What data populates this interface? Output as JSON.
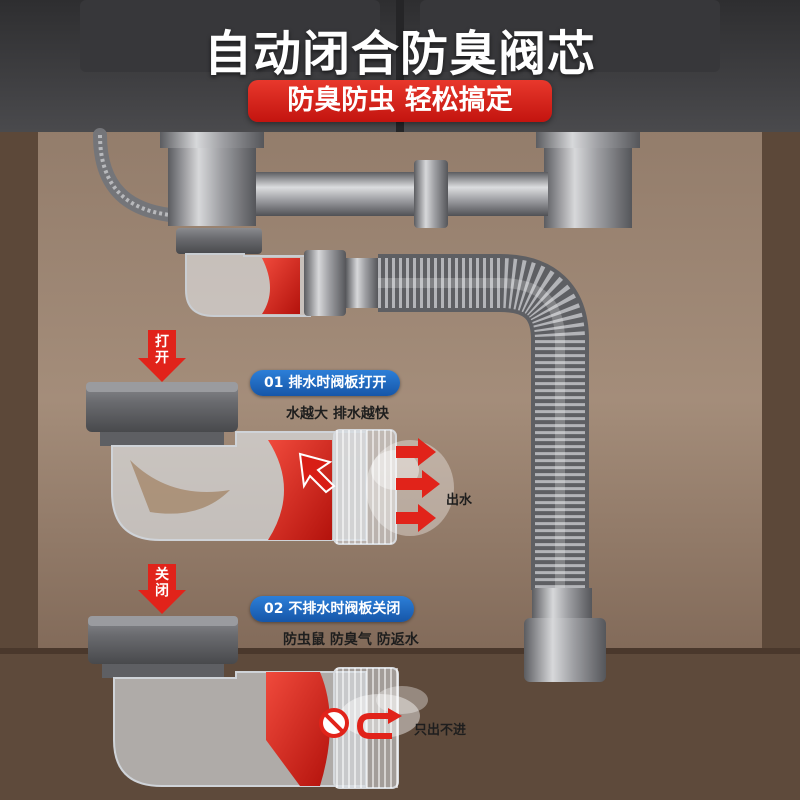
{
  "headline": "自动闭合防臭阀芯",
  "tagline": "防臭防虫 轻松搞定",
  "open_state": {
    "arrow_label": [
      "打",
      "开"
    ],
    "pill": "01 排水时阀板打开",
    "note": "水越大 排水越快",
    "outflow_label": "出水"
  },
  "closed_state": {
    "arrow_label": [
      "关",
      "闭"
    ],
    "pill": "02 不排水时阀板关闭",
    "note": "防虫鼠 防臭气 防返水",
    "one_way_label": "只出不进"
  },
  "colors": {
    "accent_red": "#d81e16",
    "pill_blue": "#1e6cc8",
    "cabinet_wall": "#7a6352",
    "sink_dark": "#3b3b3d",
    "pipe_gray": "#8e8f93"
  },
  "icons": [
    "down-arrow-icon",
    "right-arrow-icon",
    "no-entry-icon",
    "u-turn-arrow-icon"
  ]
}
